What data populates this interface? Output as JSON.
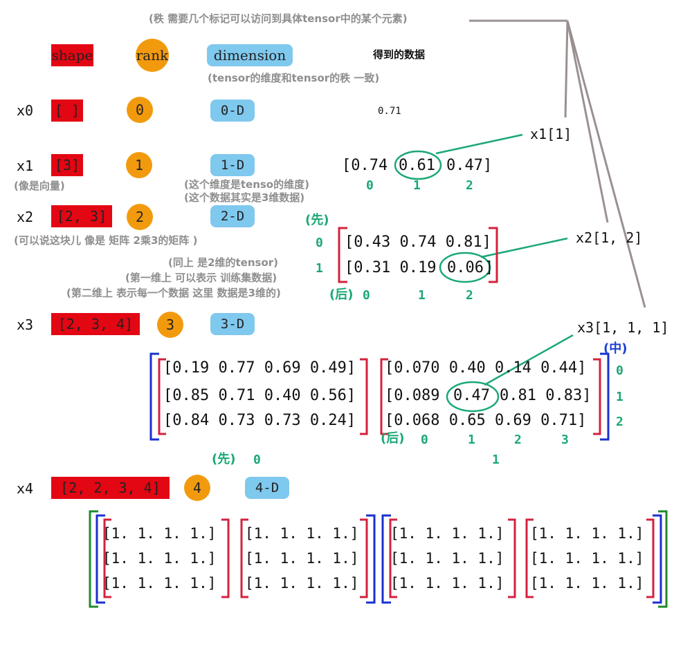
{
  "header": {
    "rank_note": "(秩 需要几个标记可以访问到具体tensor中的某个元素)",
    "shape_label": "shape",
    "rank_label": "rank",
    "dimension_label": "dimension",
    "data_label": "得到的数据",
    "dimension_note": "(tensor的维度和tensor的秩 一致)"
  },
  "x0": {
    "name": "x0",
    "shape": "[ ]",
    "rank": "0",
    "dim": "0-D",
    "value": "0.71"
  },
  "x1": {
    "name": "x1",
    "shape": "[3]",
    "rank": "1",
    "dim": "1-D",
    "note": "(像是向量)",
    "dim_note1": "(这个维度是tenso的维度)",
    "dim_note2": "(这个数据其实是3维数据)",
    "v0": "[0.74",
    "v1": "0.61",
    "v2": "0.47]",
    "i0": "0",
    "i1": "1",
    "i2": "2",
    "access": "x1[1]"
  },
  "x2": {
    "name": "x2",
    "shape": "[2, 3]",
    "rank": "2",
    "dim": "2-D",
    "note": "(可以说这块儿 像是 矩阵 2乘3的矩阵 )",
    "row0": "[0.43 0.74 0.81]",
    "row1a": "[0.31 0.19",
    "row1b": "0.06",
    "first": "(先)",
    "r0": "0",
    "r1": "1",
    "last": "(后)",
    "c0": "0",
    "c1": "1",
    "c2": "2",
    "note2a": "(同上 是2维的tensor)",
    "note2b": "(第一维上 可以表示 训练集数据)",
    "note2c": "(第二维上 表示每一个数据 这里 数据是3维的)",
    "access": "x2[1, 2]"
  },
  "x3": {
    "name": "x3",
    "shape": "[2, 3, 4]",
    "rank": "3",
    "dim": "3-D",
    "m0": [
      "[0.19 0.77 0.69 0.49]",
      "[0.85 0.71 0.40 0.56]",
      "[0.84 0.73 0.73 0.24]"
    ],
    "m1r0": "[0.070 0.40 0.14 0.44]",
    "m1r1a": "[0.089",
    "m1r1b": "0.47",
    "m1r1c": "0.81 0.83]",
    "m1r2": "[0.068 0.65 0.69 0.71]",
    "mid": "(中)",
    "r0": "0",
    "r1": "1",
    "r2": "2",
    "last": "(后)",
    "c0": "0",
    "c1": "1",
    "c2": "2",
    "c3": "3",
    "first": "(先)",
    "b0": "0",
    "b1": "1",
    "access": "x3[1, 1, 1]"
  },
  "x4": {
    "name": "x4",
    "shape": "[2, 2, 3, 4]",
    "rank": "4",
    "dim": "4-D",
    "row": "[1. 1. 1. 1.]"
  },
  "colors": {
    "red": "#e30613",
    "orange": "#f29a0e",
    "blue_pill": "#7fc8ee",
    "green": "#1aa874",
    "bracket_red": "#d4213d",
    "bracket_blue": "#1a2fd0",
    "bracket_green": "#1e8a2e",
    "gray": "#8e8e8e",
    "line_gray": "#9a9090"
  }
}
